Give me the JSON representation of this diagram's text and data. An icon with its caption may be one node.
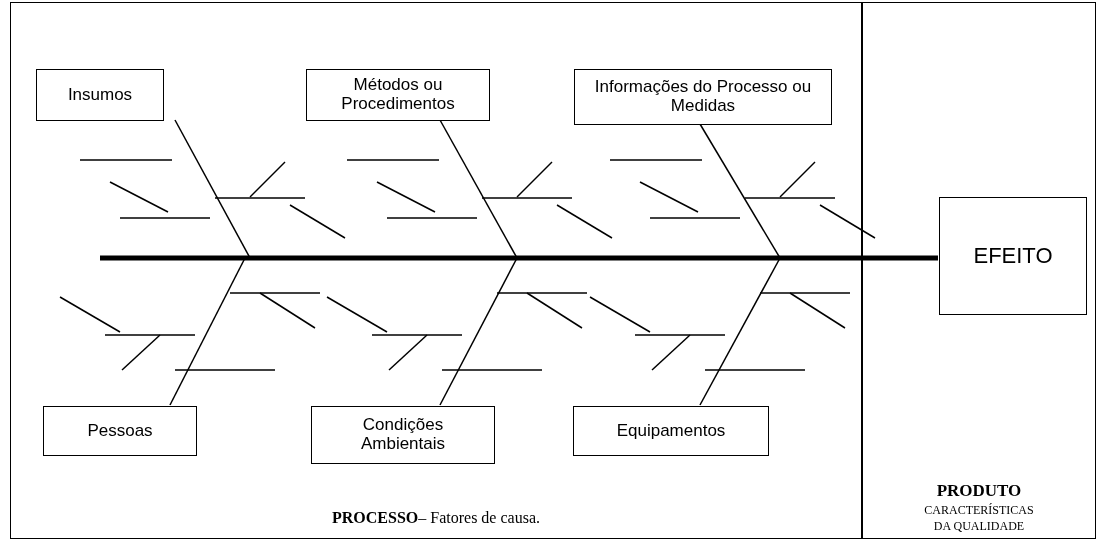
{
  "diagram": {
    "nodes": [
      {
        "text": [
          "**PROCESSO**– Fatores de causa."
        ]
      },
      {
        "text": [
          "Insumos"
        ],
        "in": 0
      },
      {
        "text": [
          "Métodos ou Procedimentos"
        ],
        "in": 0
      },
      {
        "text": [
          "Informações do Processo ou Medidas"
        ],
        "in": 0
      },
      {
        "text": [
          "Pessoas"
        ],
        "in": 0
      },
      {
        "text": [
          "Condições Ambientais"
        ],
        "in": 0
      },
      {
        "text": [
          "Equipamentos"
        ],
        "in": 0
      },
      {
        "text": [
          "PRODUTO",
          "CARACTERÍSTICAS DA QUALIDADE"
        ]
      },
      {
        "text": [
          "EFEITO"
        ],
        "in": 7
      }
    ],
    "edges": [
      {
        "from": null,
        "to": 8,
        "arrow": "none",
        "style": "thick"
      },
      {
        "from": 1,
        "to": null,
        "arrow": "none"
      },
      {
        "from": 2,
        "to": null,
        "arrow": "none"
      },
      {
        "from": 3,
        "to": null,
        "arrow": "none"
      },
      {
        "from": 4,
        "to": null,
        "arrow": "none"
      },
      {
        "from": 5,
        "to": null,
        "arrow": "none"
      },
      {
        "from": 6,
        "to": null,
        "arrow": "none"
      }
    ]
  }
}
